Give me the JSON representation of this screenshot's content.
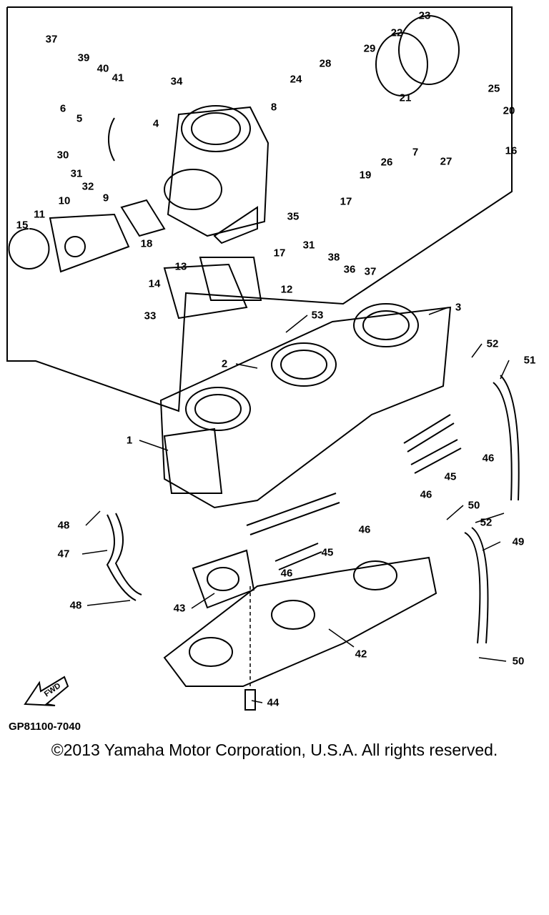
{
  "diagram": {
    "callouts": [
      "37",
      "39",
      "40",
      "41",
      "34",
      "6",
      "5",
      "4",
      "30",
      "31",
      "32",
      "10",
      "11",
      "9",
      "15",
      "18",
      "13",
      "14",
      "33",
      "12",
      "8",
      "24",
      "28",
      "29",
      "22",
      "23",
      "25",
      "21",
      "20",
      "16",
      "26",
      "7",
      "27",
      "19",
      "17",
      "35",
      "31",
      "38",
      "36",
      "37",
      "17",
      "53",
      "3",
      "2",
      "52",
      "51",
      "1",
      "46",
      "45",
      "46",
      "50",
      "52",
      "49",
      "48",
      "47",
      "46",
      "45",
      "46",
      "48",
      "43",
      "42",
      "50",
      "44"
    ],
    "fwd_arrow_text": "FWD",
    "part_code": "GP81100-7040"
  },
  "footer": {
    "copyright": "©2013 Yamaha Motor Corporation, U.S.A. All rights reserved."
  }
}
